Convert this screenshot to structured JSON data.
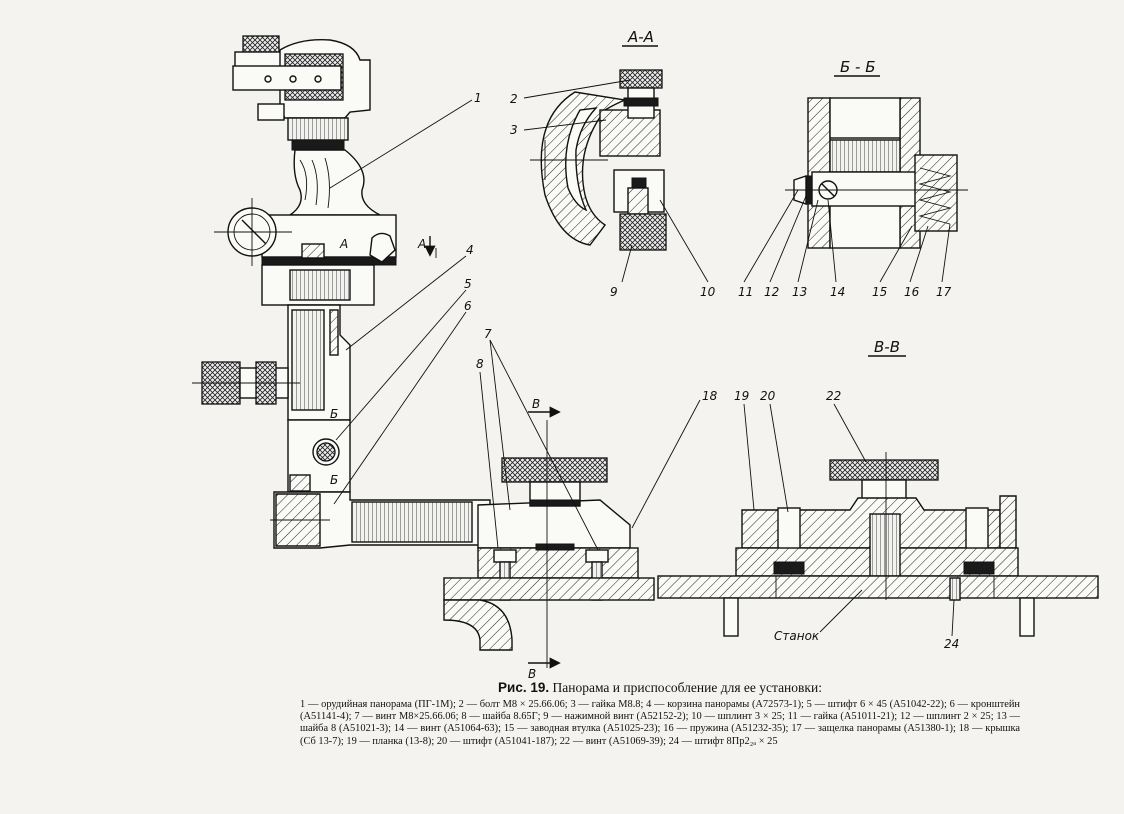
{
  "section_labels": {
    "a_a": "А-А",
    "b_b": "Б - Б",
    "v_v": "В-В"
  },
  "callouts": {
    "c1": "1",
    "c2": "2",
    "c3": "3",
    "c4": "4",
    "c5": "5",
    "c6": "6",
    "c7": "7",
    "c8": "8",
    "c9": "9",
    "c10": "10",
    "c11": "11",
    "c12": "12",
    "c13": "13",
    "c14": "14",
    "c15": "15",
    "c16": "16",
    "c17": "17",
    "c18": "18",
    "c19": "19",
    "c20": "20",
    "c22": "22",
    "c24": "24"
  },
  "view_marks": {
    "a_mark_left": "А",
    "a_mark_right": "А",
    "b_mark_top": "Б",
    "b_mark_bottom": "Б",
    "v_mark_top": "В",
    "v_mark_bottom": "В"
  },
  "machine_label": "Станок",
  "caption": {
    "figure_number": "Рис. 19.",
    "title": "Панорама и приспособление для ее установки:",
    "legend": "1 — орудийная панорама (ПГ-1М); 2 — болт М8 × 25.66.06; 3 — гайка М8.8; 4 — корзина панорамы (А72573-1); 5 — штифт 6 × 45 (А51042-22); 6 — кронштейн (А51141-4); 7 — винт М8×25.66.06; 8 — шайба 8.65Г; 9 — нажимной винт (А52152-2); 10 — шплинт 3 × 25; 11 — гайка (А51011-21); 12 — шплинт 2 × 25; 13 — шайба 8 (А51021-3); 14 — винт (А51064-63); 15 — заводная втулка (А51025-23); 16 — пружина (А51232-35); 17 — защелка панорамы (А51380-1); 18 — крышка (Сб 13-7); 19 — планка (13-8); 20 — штифт (А51041-187); 22 — винт (А51069-39); 24 — штифт 8Пр2₂ₐ × 25"
  }
}
